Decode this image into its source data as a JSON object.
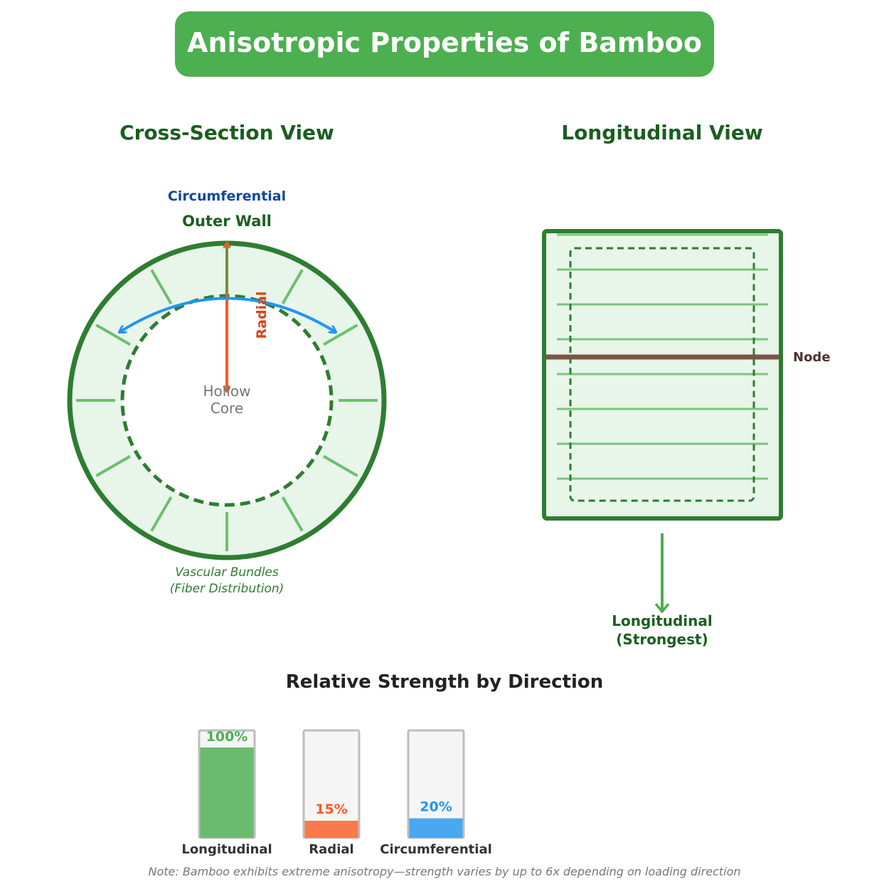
{
  "title": "Anisotropic Properties of Bamboo",
  "cross_section": {
    "heading": "Cross-Section View",
    "circumferential_label": "Circumferential",
    "outer_wall_label": "Outer Wall",
    "radial_label": "Radial",
    "core_line1": "Hollow",
    "core_line2": "Core",
    "bundles_line1": "Vascular Bundles",
    "bundles_line2": "(Fiber Distribution)"
  },
  "longitudinal": {
    "heading": "Longitudinal View",
    "node_label": "Node",
    "arrow_line1": "Longitudinal",
    "arrow_line2": "(Strongest)"
  },
  "strength": {
    "heading": "Relative Strength by Direction",
    "bars": [
      {
        "label": "Longitudinal",
        "value": 100,
        "value_label": "100%",
        "color": "#6abb6e",
        "text_color": "#4caf50"
      },
      {
        "label": "Radial",
        "value": 15,
        "value_label": "15%",
        "color": "#fb7a4b",
        "text_color": "#ff5722"
      },
      {
        "label": "Circumferential",
        "value": 20,
        "value_label": "20%",
        "color": "#4aa8f0",
        "text_color": "#2196f3"
      }
    ],
    "note": "Note: Bamboo exhibits extreme anisotropy—strength varies by up to 6x depending on loading direction"
  },
  "colors": {
    "primary": "#4caf50",
    "dark_green": "#2e7d32",
    "node": "#795548"
  }
}
